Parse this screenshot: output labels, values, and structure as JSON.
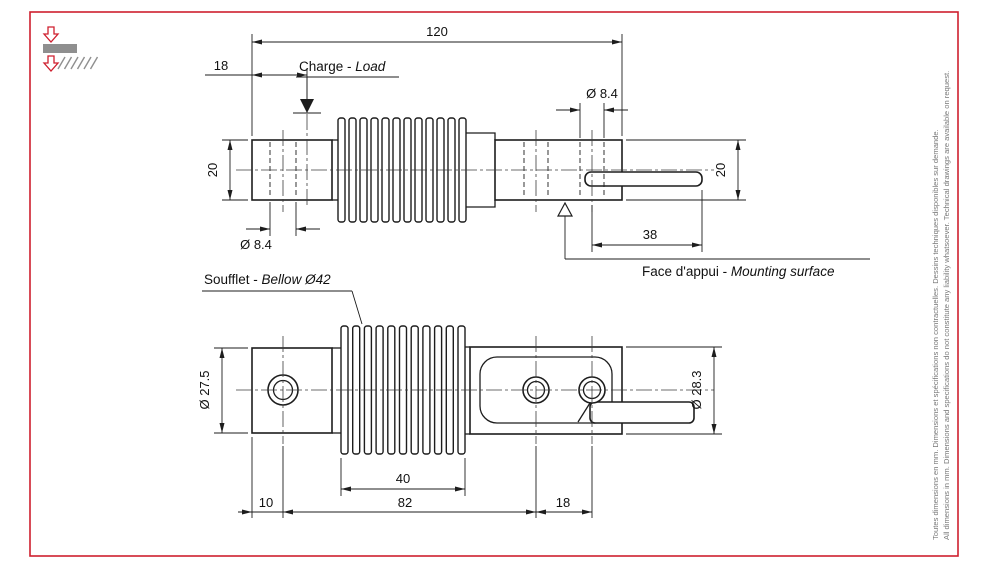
{
  "frame": {
    "border_color": "#cf1f2e"
  },
  "labels": {
    "dim_120": "120",
    "dim_18_top": "18",
    "dim_20_left": "20",
    "dim_20_right": "20",
    "dia_84_top": "Ø 8.4",
    "dia_84_bottom": "Ø 8.4",
    "dim_38": "38",
    "dim_40": "40",
    "dim_10": "10",
    "dim_82": "82",
    "dim_18_bottom": "18",
    "dia_27_5": "Ø 27.5",
    "dia_28_3": "Ø 28.3",
    "charge_fr": "Charge - ",
    "charge_en": "Load",
    "face_fr": "Face d'appui - ",
    "face_en": "Mounting surface",
    "soufflet_fr": "Soufflet - ",
    "soufflet_en": "Bellow Ø42"
  },
  "side_notes": {
    "french": "Toutes dimensions en mm. Dimensions et spécifications non contractuelles. Dessins techniques disponibles sur demande.",
    "english": "All dimensions in mm. Dimensions and specifications do not constitute any liability whatsoever. Technical drawings are available on request."
  }
}
